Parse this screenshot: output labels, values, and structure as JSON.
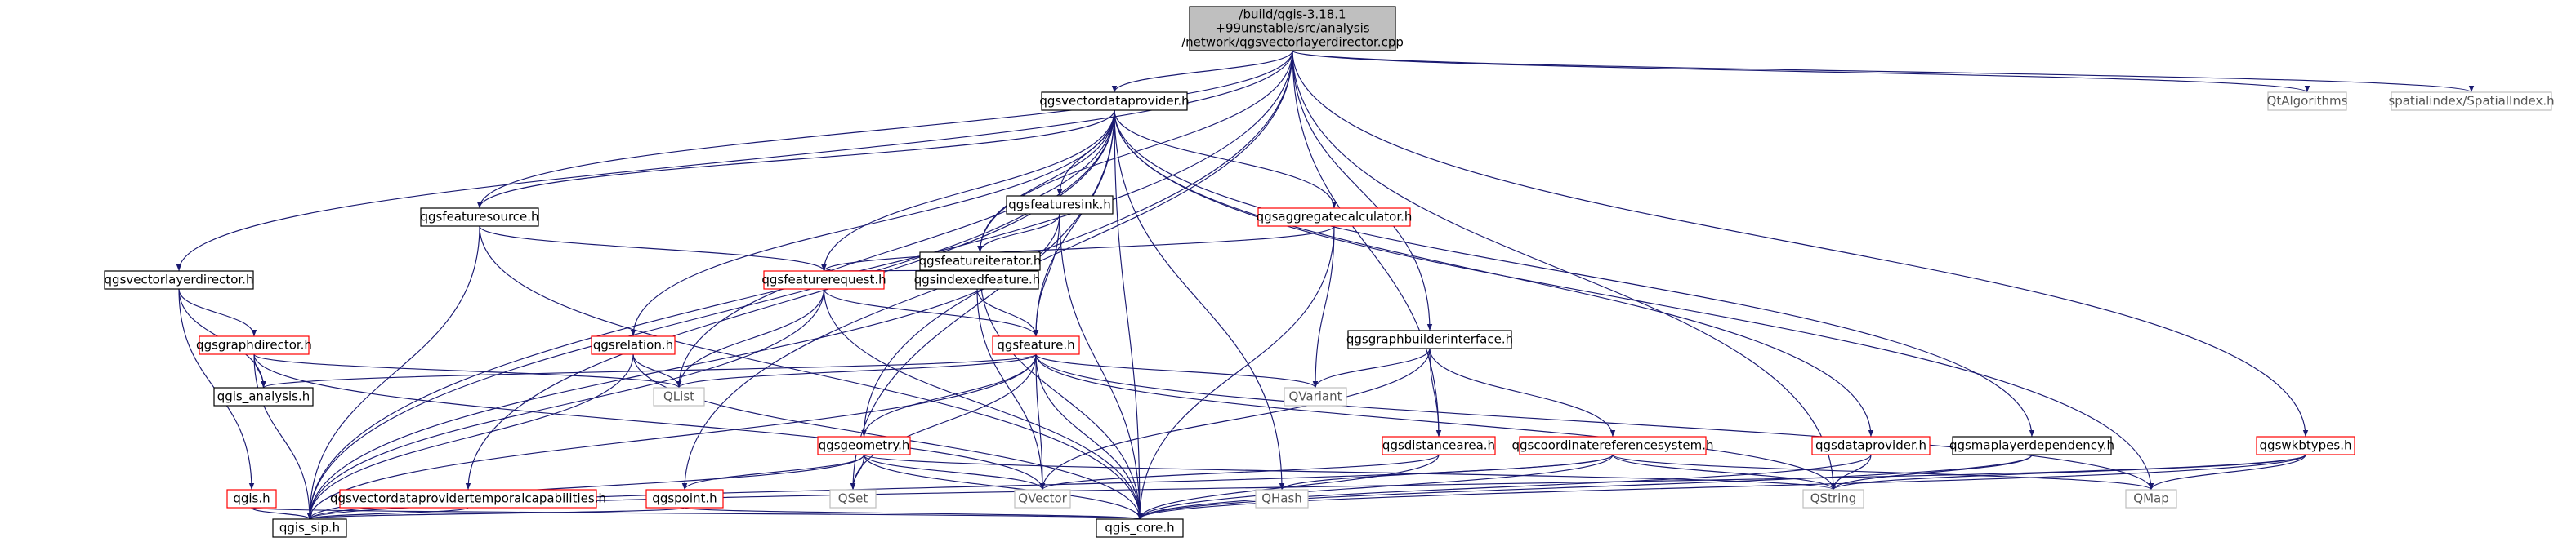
{
  "graph": {
    "root": {
      "id": "root",
      "lines": [
        "/build/qgis-3.18.1",
        "+99unstable/src/analysis",
        "/network/qgsvectorlayerdirector.cpp"
      ]
    },
    "nodes": [
      {
        "id": "qgsvectordataprovider",
        "label": "qgsvectordataprovider.h",
        "style": "normal"
      },
      {
        "id": "qtalgorithms",
        "label": "QtAlgorithms",
        "style": "external"
      },
      {
        "id": "spatialindex",
        "label": "spatialindex/SpatialIndex.h",
        "style": "external"
      },
      {
        "id": "qgsfeaturesink",
        "label": "qgsfeaturesink.h",
        "style": "normal"
      },
      {
        "id": "qgsfeaturesource",
        "label": "qgsfeaturesource.h",
        "style": "normal"
      },
      {
        "id": "qgsfeatureiterator",
        "label": "qgsfeatureiterator.h",
        "style": "normal"
      },
      {
        "id": "qgsaggregatecalculator",
        "label": "qgsaggregatecalculator.h",
        "style": "red"
      },
      {
        "id": "qgsvectorlayerdirector",
        "label": "qgsvectorlayerdirector.h",
        "style": "normal"
      },
      {
        "id": "qgsfeaturerequest",
        "label": "qgsfeaturerequest.h",
        "style": "red"
      },
      {
        "id": "qgsindexedfeature",
        "label": "qgsindexedfeature.h",
        "style": "normal"
      },
      {
        "id": "qgsgraphdirector",
        "label": "qgsgraphdirector.h",
        "style": "red"
      },
      {
        "id": "qgsrelation",
        "label": "qgsrelation.h",
        "style": "red"
      },
      {
        "id": "qgsfeature",
        "label": "qgsfeature.h",
        "style": "red"
      },
      {
        "id": "qgsgraphbuilderinterface",
        "label": "qgsgraphbuilderinterface.h",
        "style": "normal"
      },
      {
        "id": "qgis_analysis",
        "label": "qgis_analysis.h",
        "style": "normal"
      },
      {
        "id": "qlist",
        "label": "QList",
        "style": "external"
      },
      {
        "id": "qvariant",
        "label": "QVariant",
        "style": "external"
      },
      {
        "id": "qgsgeometry",
        "label": "qgsgeometry.h",
        "style": "red"
      },
      {
        "id": "qgsdistancearea",
        "label": "qgsdistancearea.h",
        "style": "red"
      },
      {
        "id": "qgscrs",
        "label": "qgscoordinatereferencesystem.h",
        "style": "red"
      },
      {
        "id": "qgsdataprovider",
        "label": "qgsdataprovider.h",
        "style": "red"
      },
      {
        "id": "qgsmaplayerdependency",
        "label": "qgsmaplayerdependency.h",
        "style": "normal"
      },
      {
        "id": "qgswkbtypes",
        "label": "qgswkbtypes.h",
        "style": "red"
      },
      {
        "id": "qgis_h",
        "label": "qgis.h",
        "style": "red"
      },
      {
        "id": "qgsvdptemporal",
        "label": "qgsvectordataprovidertemporalcapabilities.h",
        "style": "red"
      },
      {
        "id": "qgspoint",
        "label": "qgspoint.h",
        "style": "red"
      },
      {
        "id": "qset",
        "label": "QSet",
        "style": "external"
      },
      {
        "id": "qvector",
        "label": "QVector",
        "style": "external"
      },
      {
        "id": "qhash",
        "label": "QHash",
        "style": "external"
      },
      {
        "id": "qstring",
        "label": "QString",
        "style": "external"
      },
      {
        "id": "qmap",
        "label": "QMap",
        "style": "external"
      },
      {
        "id": "qgis_sip",
        "label": "qgis_sip.h",
        "style": "normal"
      },
      {
        "id": "qgis_core",
        "label": "qgis_core.h",
        "style": "normal"
      }
    ],
    "edges": [
      [
        "root",
        "qgsvectordataprovider"
      ],
      [
        "root",
        "qtalgorithms"
      ],
      [
        "root",
        "spatialindex"
      ],
      [
        "root",
        "qgsvectorlayerdirector"
      ],
      [
        "root",
        "qgsfeaturesource"
      ],
      [
        "root",
        "qgsfeatureiterator"
      ],
      [
        "root",
        "qgsgraphbuilderinterface"
      ],
      [
        "root",
        "qgsgeometry"
      ],
      [
        "root",
        "qgsdistancearea"
      ],
      [
        "root",
        "qgswkbtypes"
      ],
      [
        "root",
        "qstring"
      ],
      [
        "root",
        "qgis_sip"
      ],
      [
        "root",
        "qgspoint"
      ],
      [
        "qgsvectordataprovider",
        "qgsfeaturesink"
      ],
      [
        "qgsvectordataprovider",
        "qgsfeaturesource"
      ],
      [
        "qgsvectordataprovider",
        "qgsfeatureiterator"
      ],
      [
        "qgsvectordataprovider",
        "qgsaggregatecalculator"
      ],
      [
        "qgsvectordataprovider",
        "qgsfeaturerequest"
      ],
      [
        "qgsvectordataprovider",
        "qgsrelation"
      ],
      [
        "qgsvectordataprovider",
        "qgsfeature"
      ],
      [
        "qgsvectordataprovider",
        "qgsdataprovider"
      ],
      [
        "qgsvectordataprovider",
        "qgsmaplayerdependency"
      ],
      [
        "qgsvectordataprovider",
        "qgsvdptemporal"
      ],
      [
        "qgsvectordataprovider",
        "qlist"
      ],
      [
        "qgsvectordataprovider",
        "qset"
      ],
      [
        "qgsvectordataprovider",
        "qhash"
      ],
      [
        "qgsvectordataprovider",
        "qmap"
      ],
      [
        "qgsvectordataprovider",
        "qgis_sip"
      ],
      [
        "qgsvectordataprovider",
        "qgis_core"
      ],
      [
        "qgsfeaturesink",
        "qgsfeatureiterator"
      ],
      [
        "qgsfeaturesink",
        "qgsfeature"
      ],
      [
        "qgsfeaturesink",
        "qgis_core"
      ],
      [
        "qgsfeaturesink",
        "qgis_sip"
      ],
      [
        "qgsfeaturesource",
        "qgsfeaturerequest"
      ],
      [
        "qgsfeaturesource",
        "qgis_core"
      ],
      [
        "qgsfeaturesource",
        "qgis_sip"
      ],
      [
        "qgsfeatureiterator",
        "qgsfeaturerequest"
      ],
      [
        "qgsfeatureiterator",
        "qgsindexedfeature"
      ],
      [
        "qgsfeatureiterator",
        "qgis_core"
      ],
      [
        "qgsaggregatecalculator",
        "qgsfeaturerequest"
      ],
      [
        "qgsaggregatecalculator",
        "qvariant"
      ],
      [
        "qgsaggregatecalculator",
        "qgis_core"
      ],
      [
        "qgsvectorlayerdirector",
        "qgsgraphdirector"
      ],
      [
        "qgsvectorlayerdirector",
        "qgis_analysis"
      ],
      [
        "qgsvectorlayerdirector",
        "qgis_h"
      ],
      [
        "qgsfeaturerequest",
        "qgsfeature"
      ],
      [
        "qgsfeaturerequest",
        "qlist"
      ],
      [
        "qgsfeaturerequest",
        "qgis_sip"
      ],
      [
        "qgsfeaturerequest",
        "qgis_core"
      ],
      [
        "qgsindexedfeature",
        "qgsfeature"
      ],
      [
        "qgsindexedfeature",
        "qvector"
      ],
      [
        "qgsgraphdirector",
        "qgis_analysis"
      ],
      [
        "qgsgraphdirector",
        "qlist"
      ],
      [
        "qgsgraphdirector",
        "qvector"
      ],
      [
        "qgsgraphdirector",
        "qgis_sip"
      ],
      [
        "qgsrelation",
        "qlist"
      ],
      [
        "qgsrelation",
        "qgis_core"
      ],
      [
        "qgsrelation",
        "qgis_sip"
      ],
      [
        "qgsfeature",
        "qgsgeometry"
      ],
      [
        "qgsfeature",
        "qvariant"
      ],
      [
        "qgsfeature",
        "qlist"
      ],
      [
        "qgsfeature",
        "qvector"
      ],
      [
        "qgsfeature",
        "qset"
      ],
      [
        "qgsfeature",
        "qstring"
      ],
      [
        "qgsfeature",
        "qmap"
      ],
      [
        "qgsfeature",
        "qgis_core"
      ],
      [
        "qgsfeature",
        "qgis_sip"
      ],
      [
        "qgsfeature",
        "qgis_analysis"
      ],
      [
        "qgsgraphbuilderinterface",
        "qgsdistancearea"
      ],
      [
        "qgsgraphbuilderinterface",
        "qgscrs"
      ],
      [
        "qgsgraphbuilderinterface",
        "qvariant"
      ],
      [
        "qgsgraphbuilderinterface",
        "qvector"
      ],
      [
        "qgsgeometry",
        "qgspoint"
      ],
      [
        "qgsgeometry",
        "qset"
      ],
      [
        "qgsgeometry",
        "qvector"
      ],
      [
        "qgsgeometry",
        "qstring"
      ],
      [
        "qgsgeometry",
        "qgis_core"
      ],
      [
        "qgsgeometry",
        "qgis_sip"
      ],
      [
        "qgsdistancearea",
        "qvector"
      ],
      [
        "qgsdistancearea",
        "qgis_core"
      ],
      [
        "qgscrs",
        "qhash"
      ],
      [
        "qgscrs",
        "qstring"
      ],
      [
        "qgscrs",
        "qmap"
      ],
      [
        "qgscrs",
        "qgis_core"
      ],
      [
        "qgscrs",
        "qgis_sip"
      ],
      [
        "qgsdataprovider",
        "qstring"
      ],
      [
        "qgsdataprovider",
        "qgis_core"
      ],
      [
        "qgsmaplayerdependency",
        "qstring"
      ],
      [
        "qgsmaplayerdependency",
        "qgis_core"
      ],
      [
        "qgswkbtypes",
        "qstring"
      ],
      [
        "qgswkbtypes",
        "qmap"
      ],
      [
        "qgswkbtypes",
        "qgis_core"
      ],
      [
        "qgswkbtypes",
        "qgis_sip"
      ],
      [
        "qgis_h",
        "qgis_sip"
      ],
      [
        "qgis_h",
        "qgis_core"
      ],
      [
        "qgsvdptemporal",
        "qgis_sip"
      ],
      [
        "qgspoint",
        "qgis_core"
      ],
      [
        "qgspoint",
        "qgis_sip"
      ]
    ],
    "colors": {
      "edge": "#191970",
      "node_border": "#000000",
      "red_border": "#ff0000",
      "external_border": "#bfbfbf",
      "external_text": "#555555",
      "root_fill": "#bfbfbf",
      "fill": "#ffffff"
    }
  }
}
